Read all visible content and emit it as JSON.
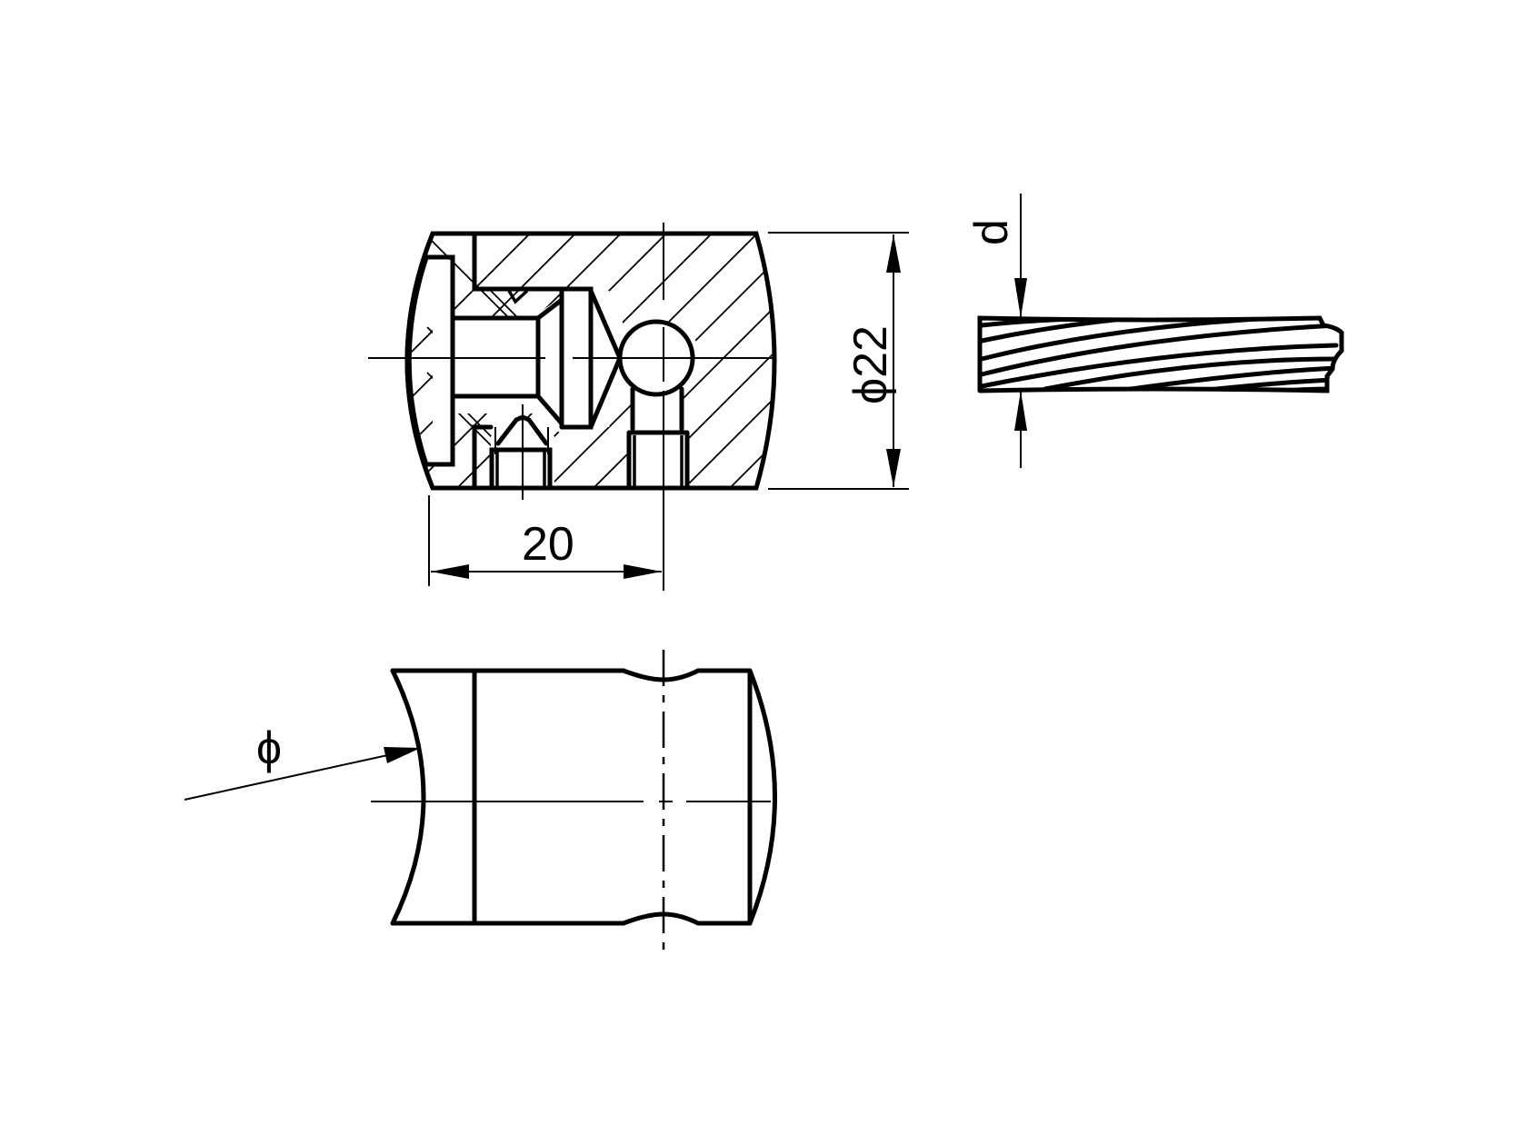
{
  "drawing": {
    "type": "technical-drawing",
    "subject": "wire rope cable clamp / cross connector",
    "colors": {
      "line": "#000000",
      "background": "#ffffff"
    }
  },
  "views": {
    "section_view": {
      "name": "sectional front view",
      "dimensions": {
        "diameter_label": "ϕ22",
        "diameter_symbol": "ϕ",
        "diameter_value": "22",
        "length_label": "20"
      }
    },
    "cable_view": {
      "name": "wire rope detail",
      "dimension_label": "d"
    },
    "side_view": {
      "name": "side view",
      "dimension_label": "ϕ"
    }
  }
}
